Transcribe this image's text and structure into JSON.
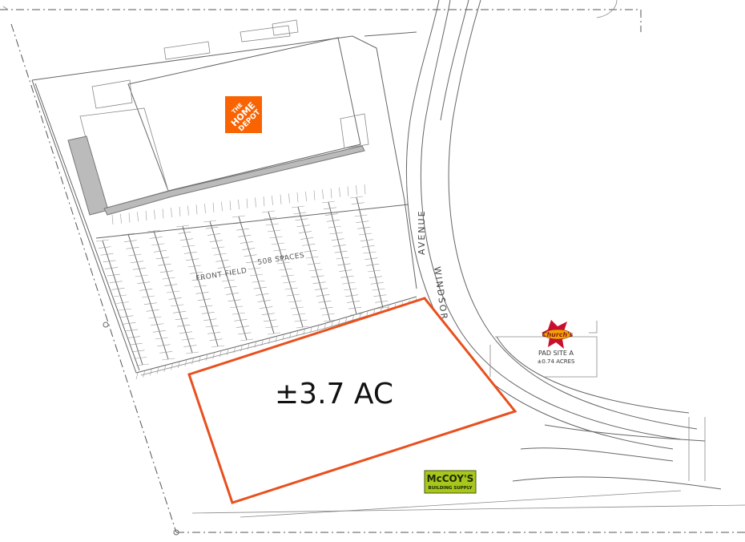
{
  "site_plan": {
    "parcel_label": "±3.7 AC",
    "parcel_color": "#e8501e",
    "anchor_store": {
      "logo_lines": [
        "THE",
        "HOME",
        "DEPOT"
      ],
      "logo_color": "#f96302",
      "icon": "home-depot-logo"
    },
    "pad_site": {
      "brand_logo_text": "Church's",
      "line1": "PAD SITE A",
      "line2": "±0.74 ACRES",
      "logo_color": "#c8102e"
    },
    "mccoys": {
      "line1": "McCOY'S",
      "line2": "BUILDING SUPPLY",
      "bg_color": "#a8c61c"
    },
    "street_name": "WINDSOR",
    "street_type": "AVENUE",
    "parking_label_1": "FRONT FIELD",
    "parking_label_2": "508 SPACES"
  }
}
